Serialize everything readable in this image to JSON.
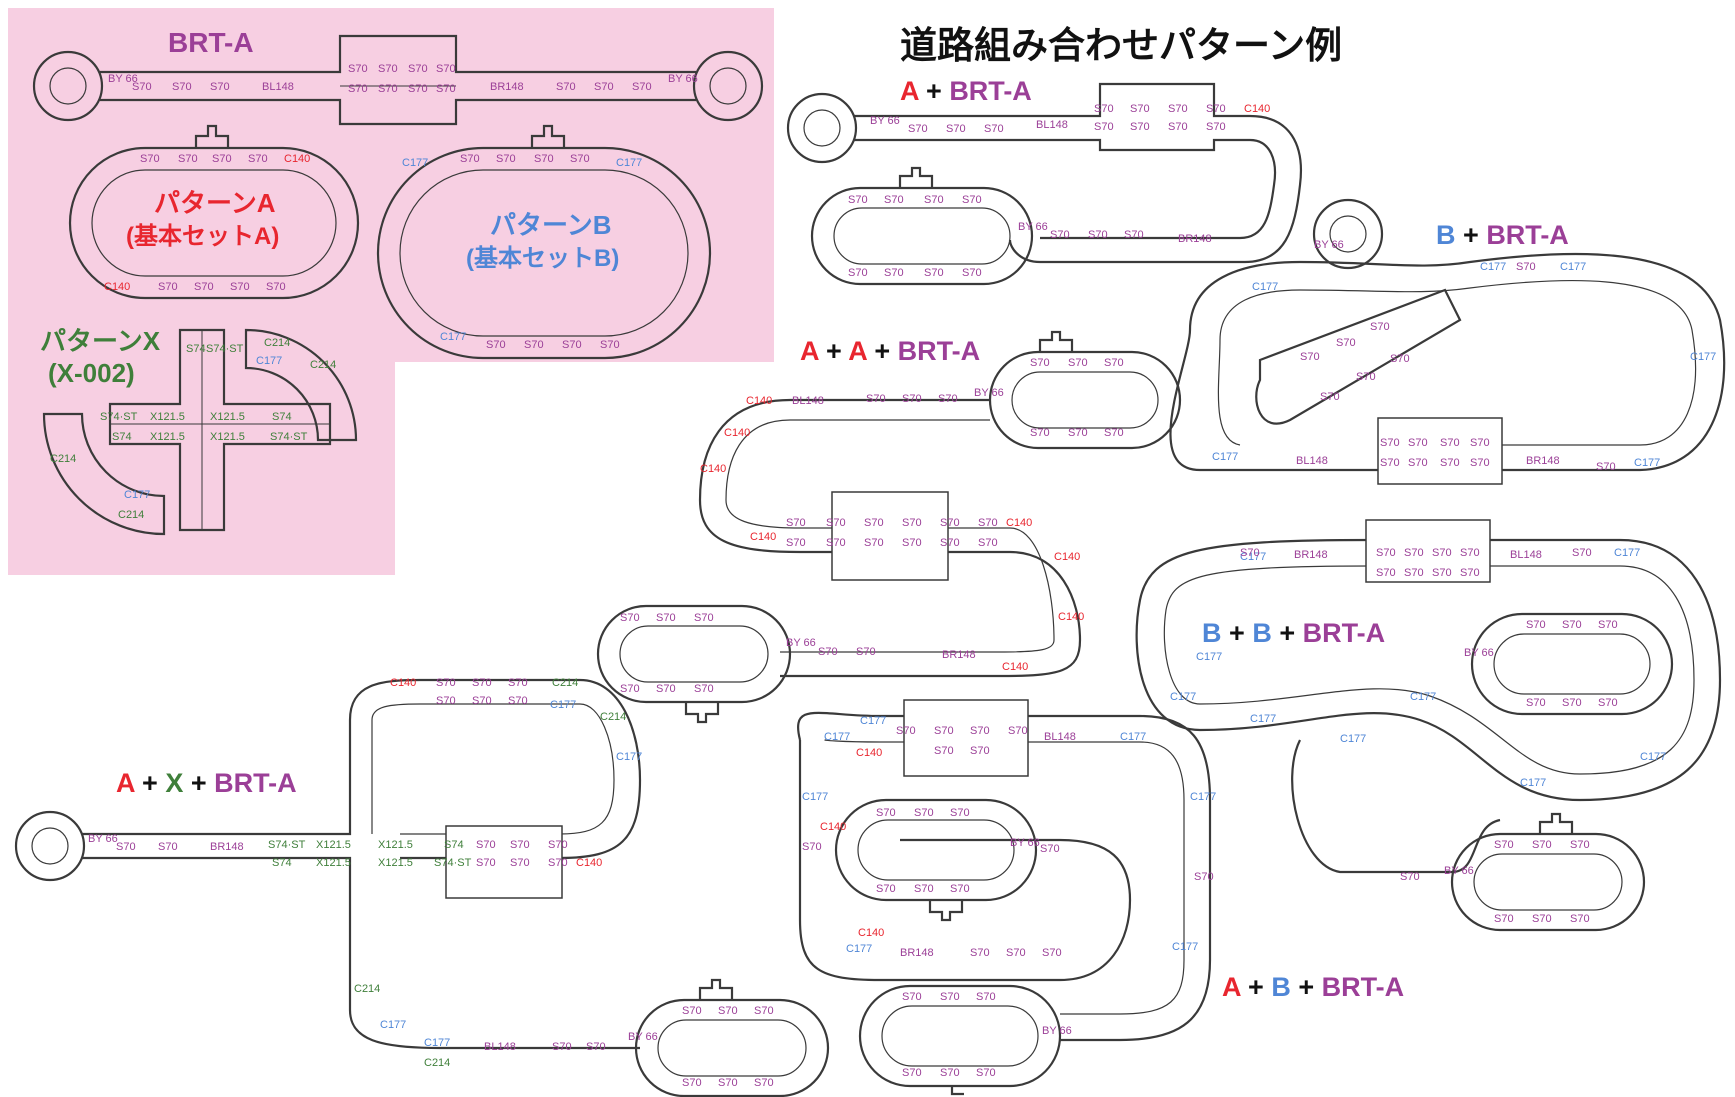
{
  "page_title": "道路組み合わせパターン例",
  "colors": {
    "panel_bg": "#f7cfe2",
    "title": "#111111",
    "pattern_a": "#e8262f",
    "pattern_b": "#4f86d6",
    "pattern_x": "#3f7f3a",
    "brt": "#9b3f97",
    "road_stroke": "#3a3a3a"
  },
  "legend_panel": {
    "brt_title": "BRT-A",
    "pattern_a_title": "パターンA",
    "pattern_a_sub": "(基本セットA)",
    "pattern_b_title": "パターンB",
    "pattern_b_sub": "(基本セットB)",
    "pattern_x_title": "パターンX",
    "pattern_x_sub": "(X-002)"
  },
  "combos": {
    "a_brt": {
      "p1": "A",
      "plus1": "+",
      "p2": "BRT-A"
    },
    "b_brt": {
      "p1": "B",
      "plus1": "+",
      "p2": "BRT-A"
    },
    "aa_brt": {
      "p1": "A",
      "plus1": "+",
      "p2": "A",
      "plus2": "+",
      "p3": "BRT-A"
    },
    "bb_brt": {
      "p1": "B",
      "plus1": "+",
      "p2": "B",
      "plus2": "+",
      "p3": "BRT-A"
    },
    "ax_brt": {
      "p1": "A",
      "plus1": "+",
      "p2": "X",
      "plus2": "+",
      "p3": "BRT-A"
    },
    "ab_brt": {
      "p1": "A",
      "plus1": "+",
      "p2": "B",
      "plus2": "+",
      "p3": "BRT-A"
    }
  },
  "piece_labels": {
    "s70": "S70",
    "c140": "C140",
    "c177": "C177",
    "c214": "C214",
    "bl148": "BL148",
    "br148": "BR148",
    "by66": "BY 66",
    "s74": "S74",
    "s74st": "S74·ST",
    "x1215": "X121.5"
  },
  "icons": {
    "turnaround_flower": "flower-mark-icon",
    "station_tab": "station-tab-icon"
  }
}
